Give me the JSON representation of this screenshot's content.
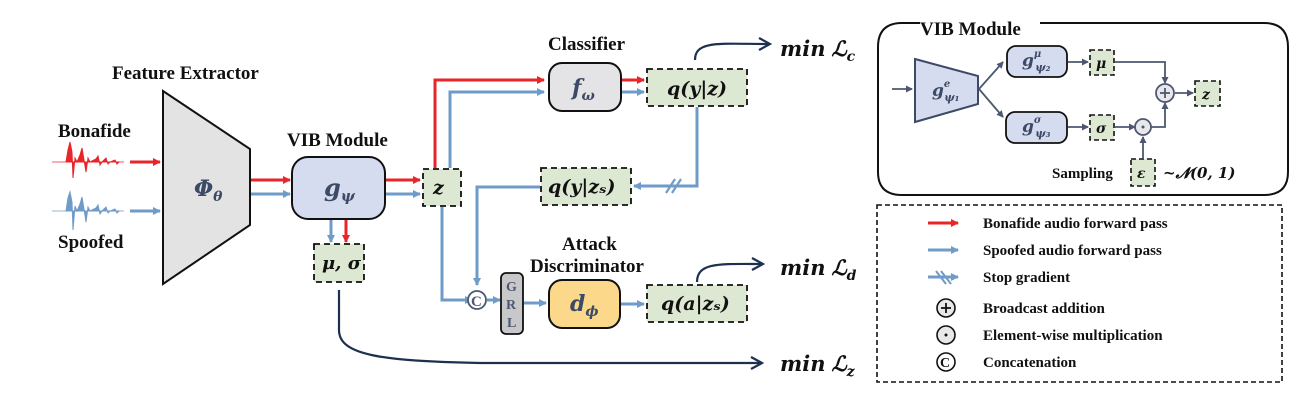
{
  "colors": {
    "bonafide": "#e8262a",
    "spoofed": "#6f9bc9",
    "loss_arrow": "#1e3050",
    "vib_fill": "#d6dcf0",
    "classifier_fill": "#e4e4e6",
    "discriminator_fill": "#fcd98a",
    "latent_fill": "#dde8d3",
    "extractor_fill": "#e3e3e3",
    "grl_fill": "#c8c8ca"
  },
  "inputs": {
    "bonafide_label": "Bonafide",
    "spoofed_label": "Spoofed"
  },
  "feature_extractor": {
    "title": "Feature Extractor",
    "symbol": "Φ",
    "subscript": "θ"
  },
  "vib_module": {
    "title": "VIB Module",
    "symbol": "g",
    "subscript": "ψ",
    "stats_label": "μ, σ"
  },
  "latent": {
    "label": "z"
  },
  "classifier": {
    "title": "Classifier",
    "symbol": "f",
    "subscript": "ω",
    "output": "q(y|z)",
    "loss_prefix": "min",
    "loss_symbol": "ℒ",
    "loss_subscript": "c"
  },
  "spoof_branch": {
    "output": "q(y|zₛ)"
  },
  "discriminator": {
    "title_line1": "Attack",
    "title_line2": "Discriminator",
    "symbol": "d",
    "subscript": "ϕ",
    "output": "q(a|zₛ)",
    "grl_letters": [
      "G",
      "R",
      "L"
    ],
    "concat_symbol": "C",
    "loss_prefix": "min",
    "loss_symbol": "ℒ",
    "loss_subscript": "d"
  },
  "kl_loss": {
    "loss_prefix": "min",
    "loss_symbol": "ℒ",
    "loss_subscript": "z"
  },
  "vib_detail": {
    "title": "VIB Module",
    "encoder": {
      "symbol": "g",
      "sup": "e",
      "sub": "ψ₁"
    },
    "mu_head": {
      "symbol": "g",
      "sup": "μ",
      "sub": "ψ₂"
    },
    "sigma_head": {
      "symbol": "g",
      "sup": "σ",
      "sub": "ψ₃"
    },
    "mu_label": "μ",
    "sigma_label": "σ",
    "z_label": "z",
    "epsilon_label": "ε",
    "sampling_label": "Sampling",
    "distribution": "~𝓝(0, 1)"
  },
  "legend": {
    "items": [
      {
        "icon": "red-arrow-icon",
        "label": "Bonafide audio forward pass"
      },
      {
        "icon": "blue-arrow-icon",
        "label": "Spoofed audio forward pass"
      },
      {
        "icon": "stop-gradient-arrow-icon",
        "label": "Stop gradient"
      },
      {
        "icon": "plus-circle-icon",
        "label": "Broadcast addition"
      },
      {
        "icon": "dot-circle-icon",
        "label": "Element-wise multiplication"
      },
      {
        "icon": "c-circle-icon",
        "label": "Concatenation"
      }
    ]
  }
}
